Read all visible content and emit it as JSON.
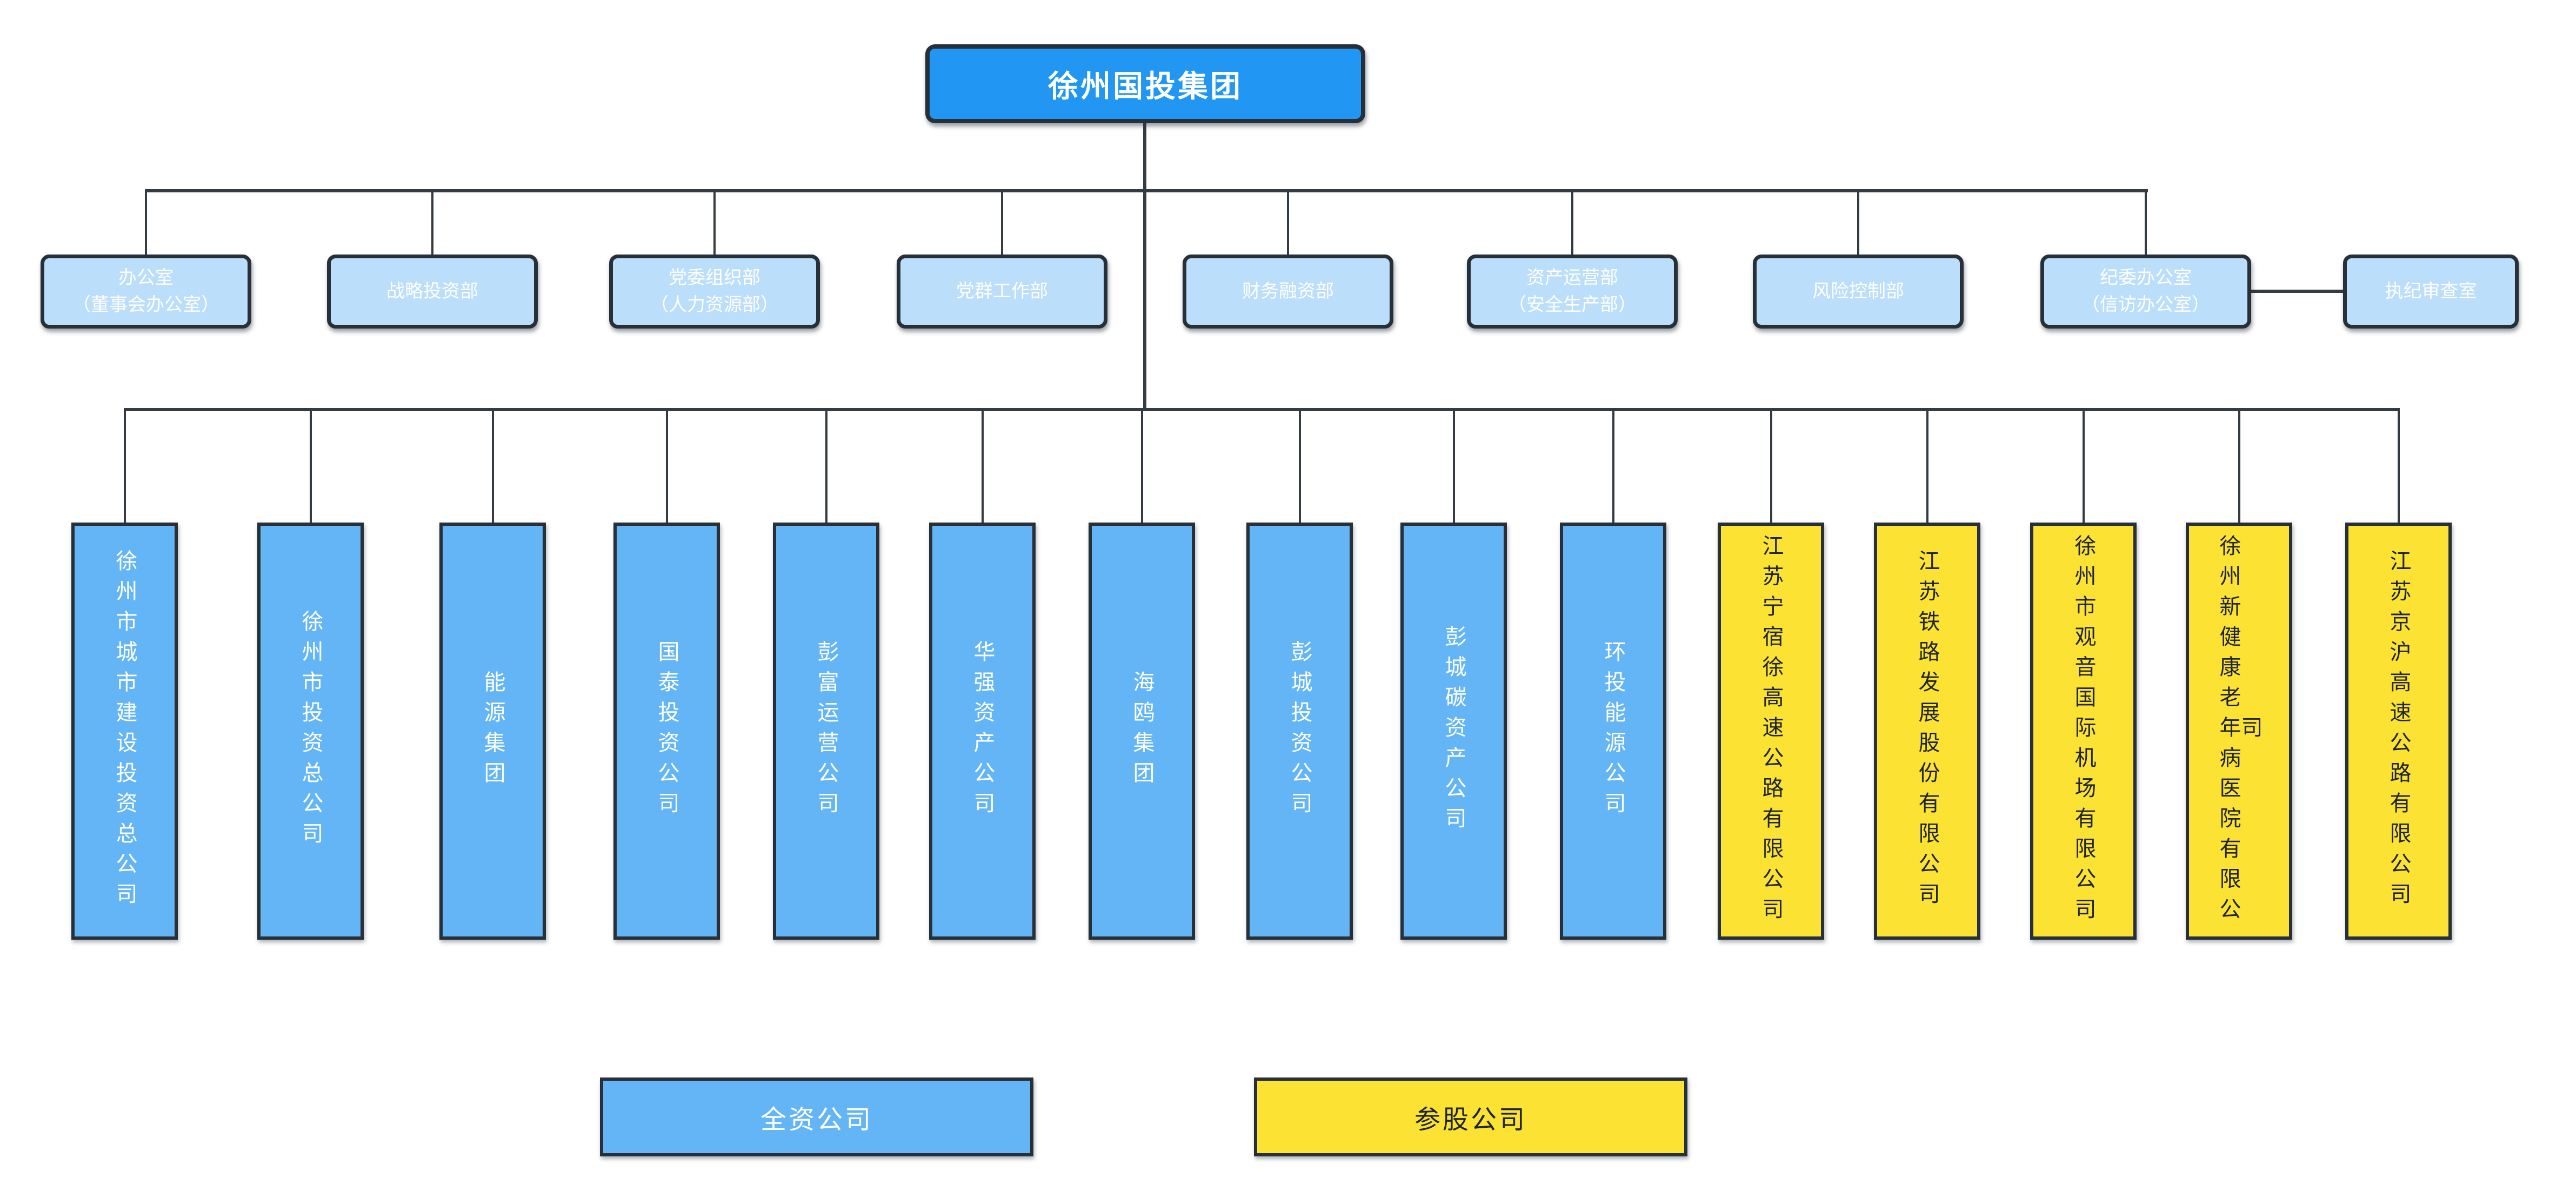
{
  "root": {
    "label": "徐州国投集团"
  },
  "departments": [
    {
      "label": "办公室\n（董事会办公室）"
    },
    {
      "label": "战略投资部"
    },
    {
      "label": "党委组织部\n（人力资源部）"
    },
    {
      "label": "党群工作部"
    },
    {
      "label": "财务融资部"
    },
    {
      "label": "资产运营部\n（安全生产部）"
    },
    {
      "label": "风险控制部"
    },
    {
      "label": "纪委办公室\n（信访办公室）"
    },
    {
      "label": "执纪审查室"
    }
  ],
  "companies": [
    {
      "label": "徐州市城市建设投资总公司",
      "type": "wholly-owned"
    },
    {
      "label": "徐州市投资总公司",
      "type": "wholly-owned"
    },
    {
      "label": "能源集团",
      "type": "wholly-owned"
    },
    {
      "label": "国泰投资公司",
      "type": "wholly-owned"
    },
    {
      "label": "彭富运营公司",
      "type": "wholly-owned"
    },
    {
      "label": "华强资产公司",
      "type": "wholly-owned"
    },
    {
      "label": "海鸥集团",
      "type": "wholly-owned"
    },
    {
      "label": "彭城投资公司",
      "type": "wholly-owned"
    },
    {
      "label": "彭城碳资产公司",
      "type": "wholly-owned"
    },
    {
      "label": "环投能源公司",
      "type": "wholly-owned"
    },
    {
      "label": "江苏宁宿徐高速公路有限公司",
      "type": "equity-participation"
    },
    {
      "label": "江苏铁路发展股份有限公司",
      "type": "equity-participation"
    },
    {
      "label": "徐州市观音国际机场有限公司",
      "type": "equity-participation"
    },
    {
      "label": "徐州新健康老年病医院有限公司",
      "type": "equity-participation"
    },
    {
      "label": "江苏京沪高速公路有限公司",
      "type": "equity-participation"
    }
  ],
  "legend": {
    "wholly_owned_label": "全资公司",
    "equity_participation_label": "参股公司"
  },
  "colors": {
    "root_fill": "#2196f3",
    "department_fill": "#bbdefb",
    "wholly_owned_fill": "#64b5f6",
    "equity_participation_fill": "#fbe233",
    "border": "#273039",
    "connector": "#343b42",
    "text_on_blue": "#ffffff",
    "text_on_yellow": "#20262e"
  }
}
